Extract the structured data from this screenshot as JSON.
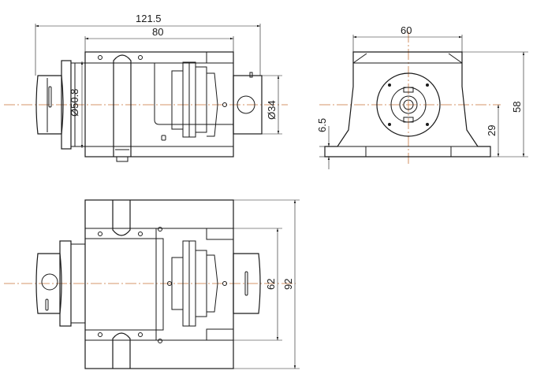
{
  "drawing": {
    "colors": {
      "line": "#1a1a1a",
      "centerline": "#c8743a",
      "background": "#ffffff"
    },
    "front_view": {
      "dimensions": {
        "overall_length": "121.5",
        "body_length": "80",
        "left_diameter": "Ø50.8",
        "right_diameter": "Ø34"
      }
    },
    "side_view": {
      "dimensions": {
        "base_width": "60",
        "height": "58",
        "center_height": "29",
        "base_thickness": "6.5"
      }
    },
    "top_view": {
      "dimensions": {
        "inner_width": "62",
        "overall_width": "92"
      }
    }
  }
}
